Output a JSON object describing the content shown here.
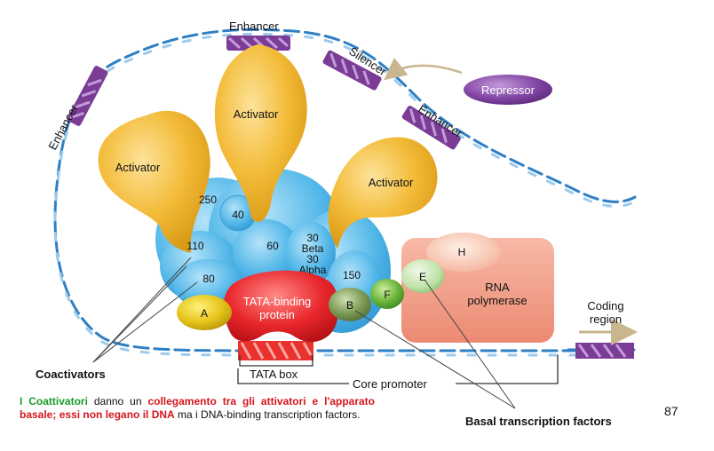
{
  "labels": {
    "enhancer_top": "Enhancer",
    "enhancer_left": "Enhancer",
    "enhancer_right": "Enhancer",
    "silencer": "Silencer",
    "repressor": "Repressor",
    "activator_left": "Activator",
    "activator_center": "Activator",
    "activator_right": "Activator",
    "taf_250": "250",
    "taf_40": "40",
    "taf_110": "110",
    "taf_60": "60",
    "taf_80": "80",
    "taf_30beta_1": "30",
    "taf_30beta_2": "Beta",
    "taf_30alpha_1": "30",
    "taf_30alpha_2": "Alpha",
    "taf_150": "150",
    "tbp_1": "TATA-binding",
    "tbp_2": "protein",
    "factor_a": "A",
    "factor_b": "B",
    "factor_f": "F",
    "factor_e": "E",
    "factor_h": "H",
    "rnap_1": "RNA",
    "rnap_2": "polymerase",
    "coding_1": "Coding",
    "coding_2": "region",
    "tata_box": "TATA box",
    "core_promoter": "Core promoter",
    "coactivators": "Coactivators",
    "basal_factors": "Basal transcription factors"
  },
  "caption": {
    "part1": "I Coattivatori",
    "part2": " danno un ",
    "part3": "collegamento tra gli attivatori e l'apparato basale; essi non legano il DNA",
    "part4": " ma i DNA-binding transcription factors."
  },
  "page_number": "87",
  "colors": {
    "dna_blue": "#3d8fd0",
    "enhancer_purple": "#7a3c95",
    "activator": "#f1b62f",
    "taf_blue": "#45b2e6",
    "tbp_red": "#e8232a",
    "rnap_salmon": "#f0917c",
    "factor_green": "#6bb43a",
    "factor_a": "#e0c020"
  }
}
